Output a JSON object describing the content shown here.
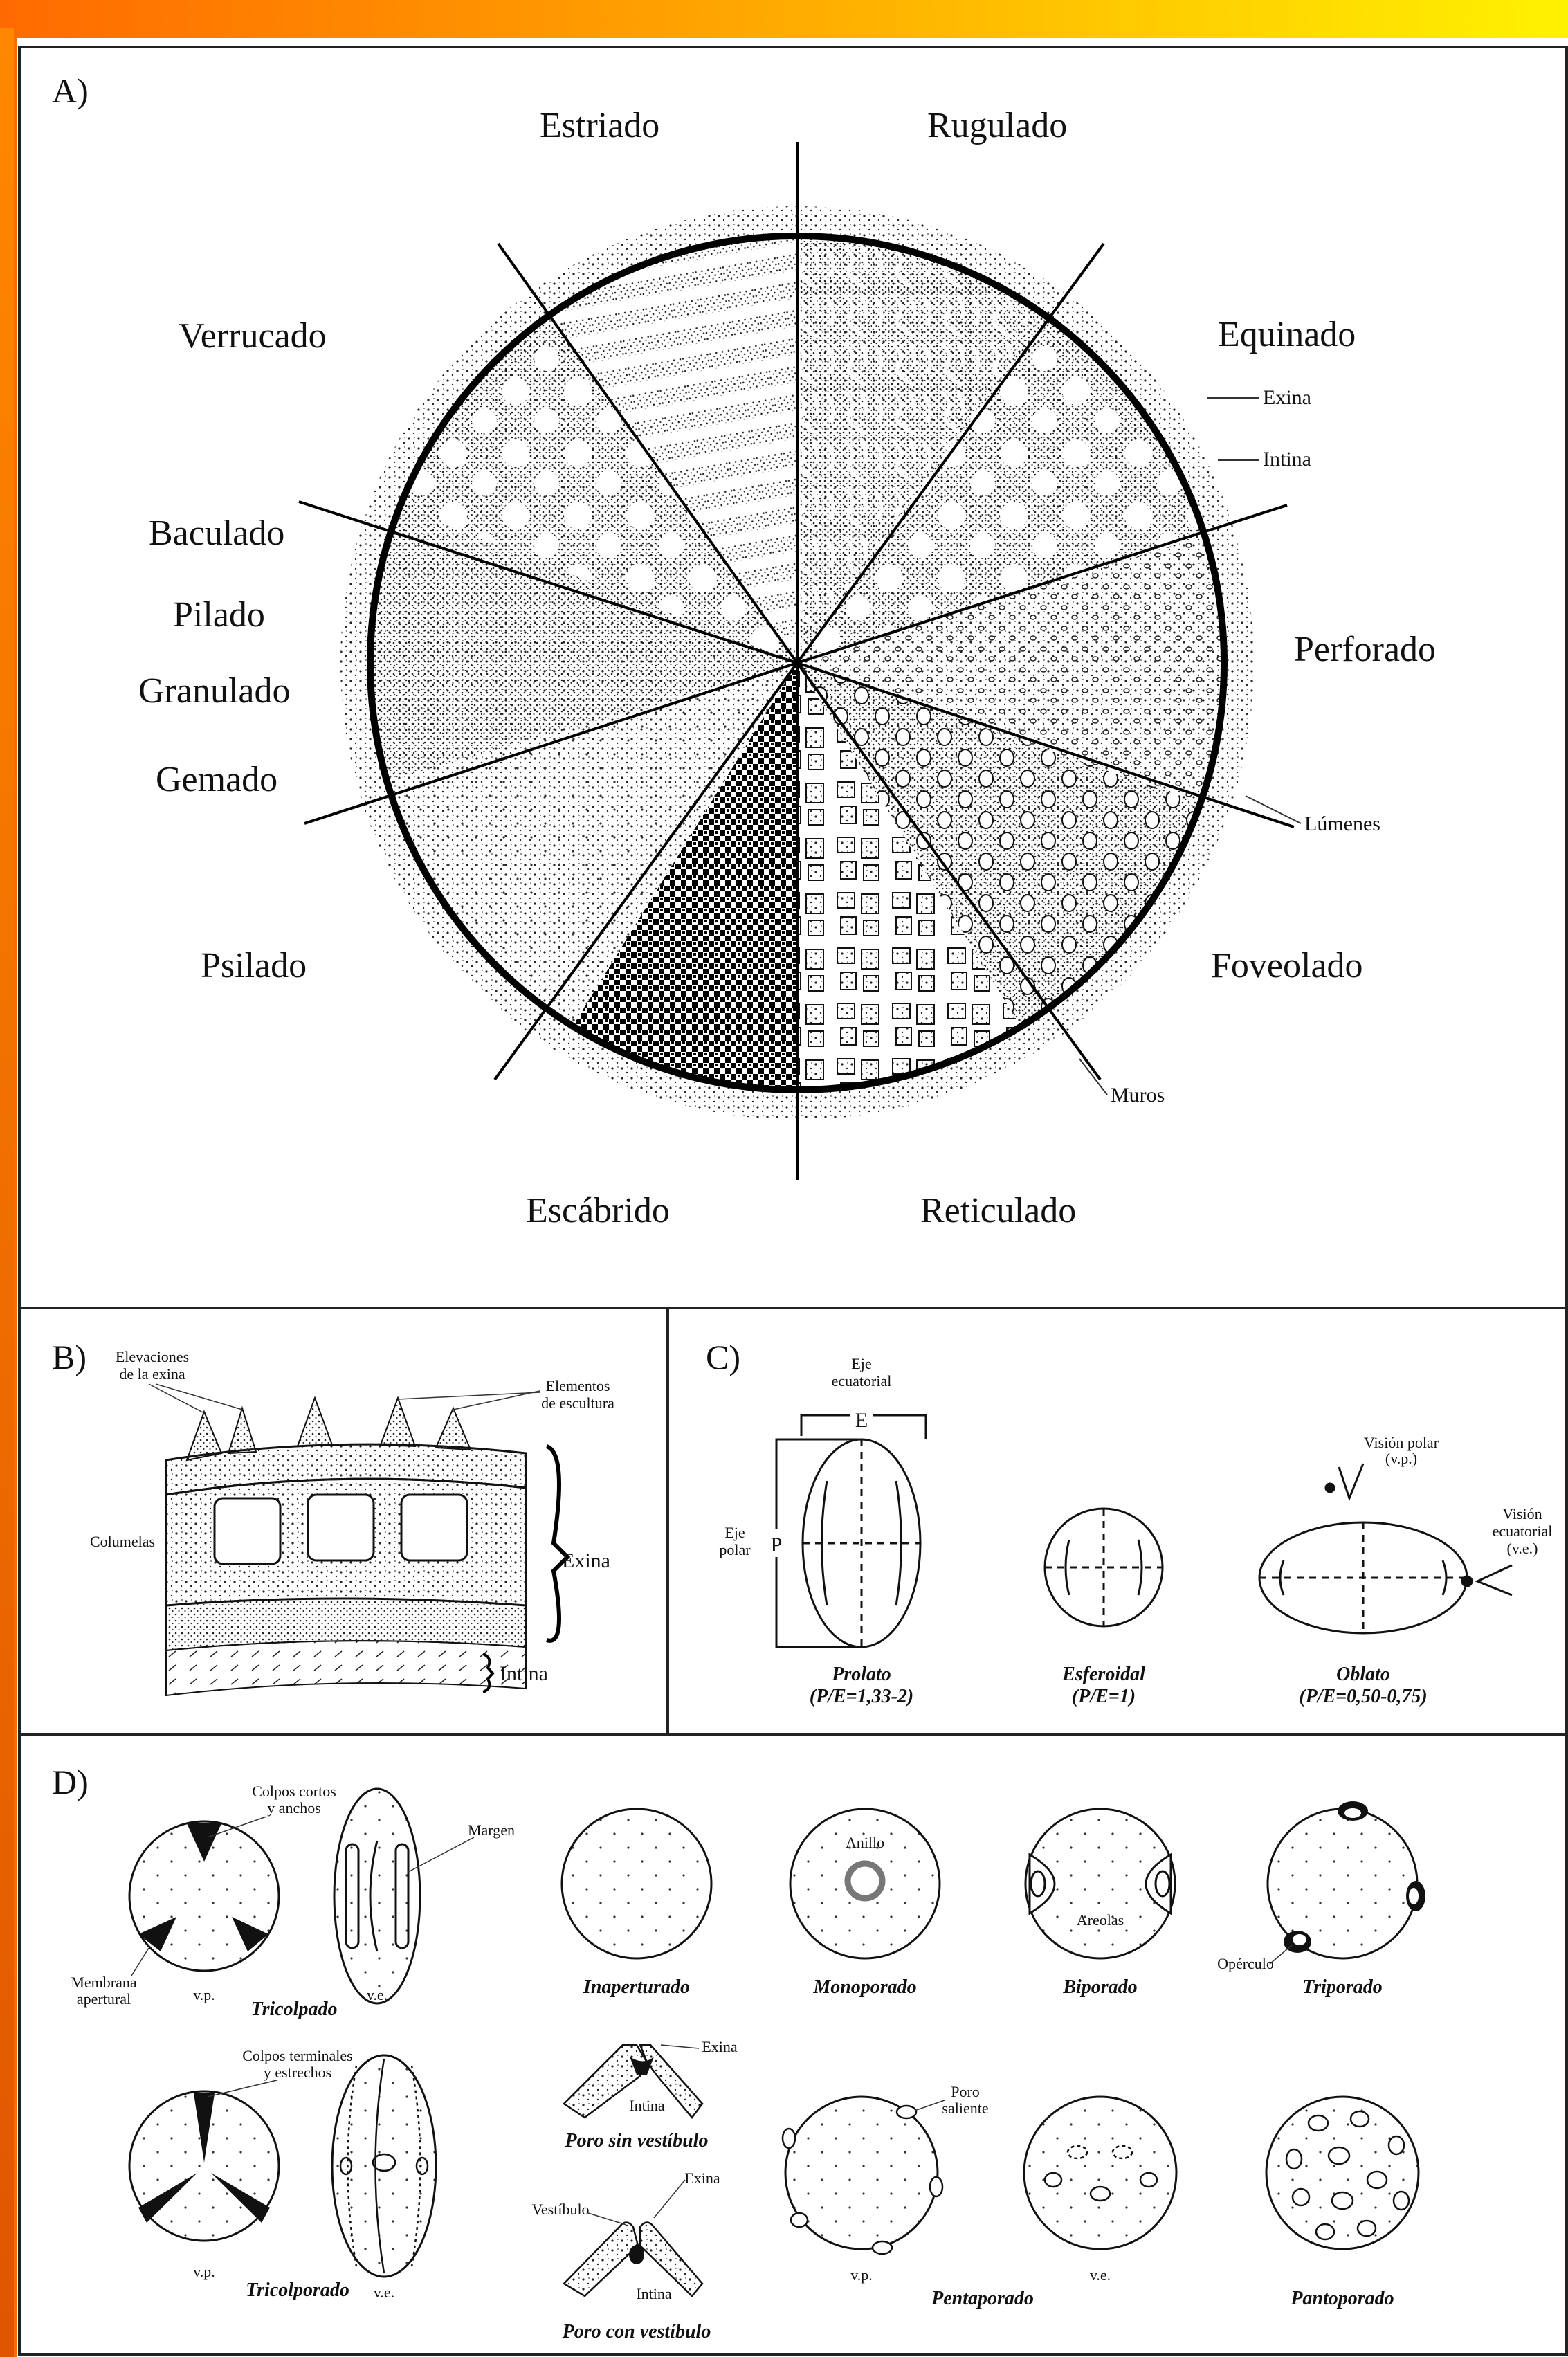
{
  "panel_a": {
    "label": "A)",
    "sectors": {
      "estriado": "Estriado",
      "rugulado": "Rugulado",
      "equinado": "Equinado",
      "perforado": "Perforado",
      "foveolado": "Foveolado",
      "reticulado": "Reticulado",
      "escabrido": "Escábrido",
      "psilado": "Psilado",
      "gemado": "Gemado",
      "granulado": "Granulado",
      "pilado": "Pilado",
      "baculado": "Baculado",
      "verrucado": "Verrucado"
    },
    "annotations": {
      "exina": "Exina",
      "intina": "Intina",
      "lumenes": "Lúmenes",
      "muros": "Muros"
    }
  },
  "panel_b": {
    "label": "B)",
    "elevaciones": [
      "Elevaciones",
      "de la exina"
    ],
    "elementos": [
      "Elementos",
      "de escultura"
    ],
    "columelas": "Columelas",
    "exina": "Exina",
    "intina": "Intina"
  },
  "panel_c": {
    "label": "C)",
    "eje_ecuatorial": [
      "Eje",
      "ecuatorial"
    ],
    "eje_polar": [
      "Eje",
      "polar"
    ],
    "e_letter": "E",
    "p_letter": "P",
    "vision_polar": [
      "Visión polar",
      "(v.p.)"
    ],
    "vision_ecuatorial": [
      "Visión",
      "ecuatorial",
      "(v.e.)"
    ],
    "shapes": [
      {
        "name": "Prolato",
        "ratio": "(P/E=1,33-2)"
      },
      {
        "name": "Esferoidal",
        "ratio": "(P/E=1)"
      },
      {
        "name": "Oblato",
        "ratio": "(P/E=0,50-0,75)"
      }
    ]
  },
  "panel_d": {
    "label": "D)",
    "colpos_cortos": [
      "Colpos cortos",
      "y anchos"
    ],
    "margen": "Margen",
    "membrana": [
      "Membrana",
      "apertural"
    ],
    "vp": "v.p.",
    "ve": "v.e.",
    "tricolpado": "Tricolpado",
    "inaperturado": "Inaperturado",
    "monoporado": "Monoporado",
    "anillo": "Anillo",
    "biporado": "Biporado",
    "areolas": "Areolas",
    "triporado": "Triporado",
    "operculo": "Opérculo",
    "colpos_terminales": [
      "Colpos terminales",
      "y estrechos"
    ],
    "tricolporado": "Tricolporado",
    "exina": "Exina",
    "intina": "Intina",
    "poro_sin": "Poro sin vestíbulo",
    "vestibulo": "Vestíbulo",
    "poro_con": "Poro con vestíbulo",
    "poro_saliente": [
      "Poro",
      "saliente"
    ],
    "pentaporado": "Pentaporado",
    "pantoporado": "Pantoporado"
  }
}
